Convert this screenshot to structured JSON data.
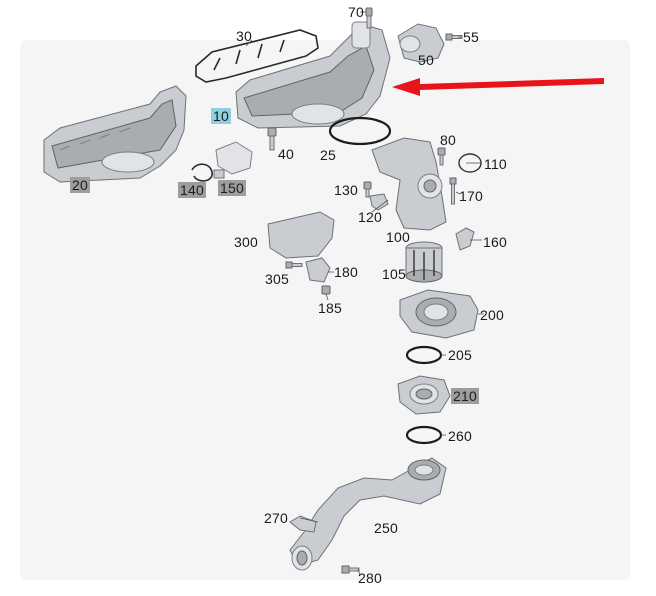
{
  "diagram": {
    "labels": [
      {
        "id": "70",
        "text": "70",
        "highlight": "none"
      },
      {
        "id": "55",
        "text": "55",
        "highlight": "none"
      },
      {
        "id": "30",
        "text": "30",
        "highlight": "none"
      },
      {
        "id": "50",
        "text": "50",
        "highlight": "none"
      },
      {
        "id": "10",
        "text": "10",
        "highlight": "blue"
      },
      {
        "id": "80",
        "text": "80",
        "highlight": "none"
      },
      {
        "id": "40",
        "text": "40",
        "highlight": "none"
      },
      {
        "id": "25",
        "text": "25",
        "highlight": "none"
      },
      {
        "id": "110",
        "text": "110",
        "highlight": "none"
      },
      {
        "id": "20",
        "text": "20",
        "highlight": "gray"
      },
      {
        "id": "140",
        "text": "140",
        "highlight": "gray"
      },
      {
        "id": "150",
        "text": "150",
        "highlight": "gray"
      },
      {
        "id": "130",
        "text": "130",
        "highlight": "none"
      },
      {
        "id": "170",
        "text": "170",
        "highlight": "none"
      },
      {
        "id": "120",
        "text": "120",
        "highlight": "none"
      },
      {
        "id": "300",
        "text": "300",
        "highlight": "none"
      },
      {
        "id": "100",
        "text": "100",
        "highlight": "none"
      },
      {
        "id": "160",
        "text": "160",
        "highlight": "none"
      },
      {
        "id": "180",
        "text": "180",
        "highlight": "none"
      },
      {
        "id": "305",
        "text": "305",
        "highlight": "none"
      },
      {
        "id": "105",
        "text": "105",
        "highlight": "none"
      },
      {
        "id": "185",
        "text": "185",
        "highlight": "none"
      },
      {
        "id": "200",
        "text": "200",
        "highlight": "none"
      },
      {
        "id": "205",
        "text": "205",
        "highlight": "none"
      },
      {
        "id": "210",
        "text": "210",
        "highlight": "gray"
      },
      {
        "id": "260",
        "text": "260",
        "highlight": "none"
      },
      {
        "id": "270",
        "text": "270",
        "highlight": "none"
      },
      {
        "id": "250",
        "text": "250",
        "highlight": "none"
      },
      {
        "id": "280",
        "text": "280",
        "highlight": "none"
      }
    ],
    "colors": {
      "arrow": "#e8141b",
      "highlight_blue": "#8ecfe0",
      "highlight_gray": "#9d9d9d",
      "part_fill": "#c9ccd0",
      "part_stroke": "#6d7278"
    }
  }
}
